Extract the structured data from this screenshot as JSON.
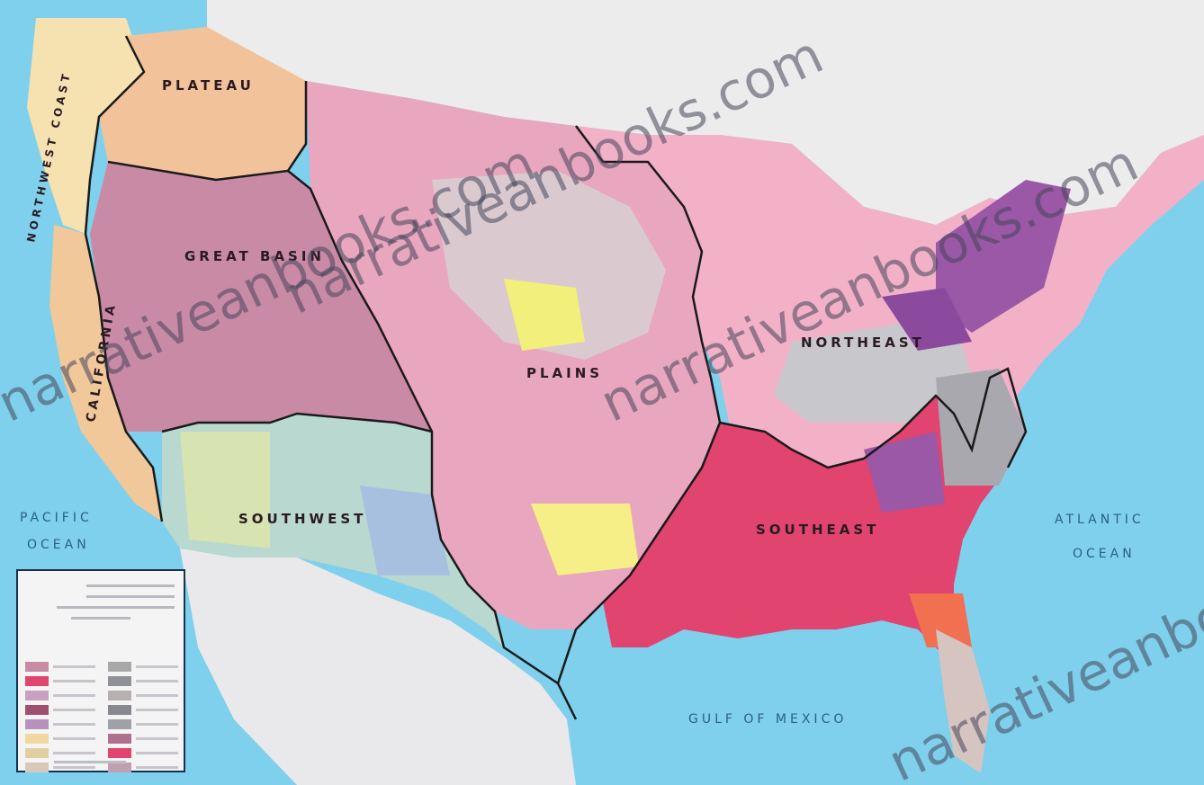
{
  "map": {
    "regions": [
      {
        "key": "plateau",
        "label": "PLATEAU"
      },
      {
        "key": "basin",
        "label": "GREAT BASIN"
      },
      {
        "key": "plains",
        "label": "PLAINS"
      },
      {
        "key": "northeast",
        "label": "NORTHEAST"
      },
      {
        "key": "southwest",
        "label": "SOUTHWEST"
      },
      {
        "key": "southeast",
        "label": "SOUTHEAST"
      },
      {
        "key": "california",
        "label": "CALIFORNIA"
      },
      {
        "key": "northwest_coast",
        "label": "NORTHWEST COAST"
      }
    ],
    "oceans": {
      "pacific_1": "PACIFIC",
      "pacific_2": "OCEAN",
      "atlantic_1": "ATLANTIC",
      "atlantic_2": "OCEAN",
      "gulf": "GULF OF MEXICO"
    },
    "watermark": "narrativeanbooks.com",
    "colors": {
      "ocean": "#7fd0ec",
      "land_outside": "#eeeeee",
      "plateau": "#f2c39a",
      "great_basin": "#c98aa6",
      "plains": "#e8a6bf",
      "northeast": "#f2b1c7",
      "southwest": "#b8d8d0",
      "southeast": "#e0446f",
      "california": "#f0c89a",
      "border": "#1a1a1a"
    }
  },
  "legend": {
    "swatch_colors_left": [
      "#c98aa6",
      "#e0446f",
      "#c9a0c0",
      "#a0506e",
      "#b890c0",
      "#f0d8a0",
      "#e0d0a0",
      "#d8c8b8"
    ],
    "swatch_colors_right": [
      "#a8a8a8",
      "#909098",
      "#b8b0b0",
      "#888890",
      "#a0a0a8",
      "#b07090",
      "#e0446f",
      "#c0a0b0"
    ]
  }
}
